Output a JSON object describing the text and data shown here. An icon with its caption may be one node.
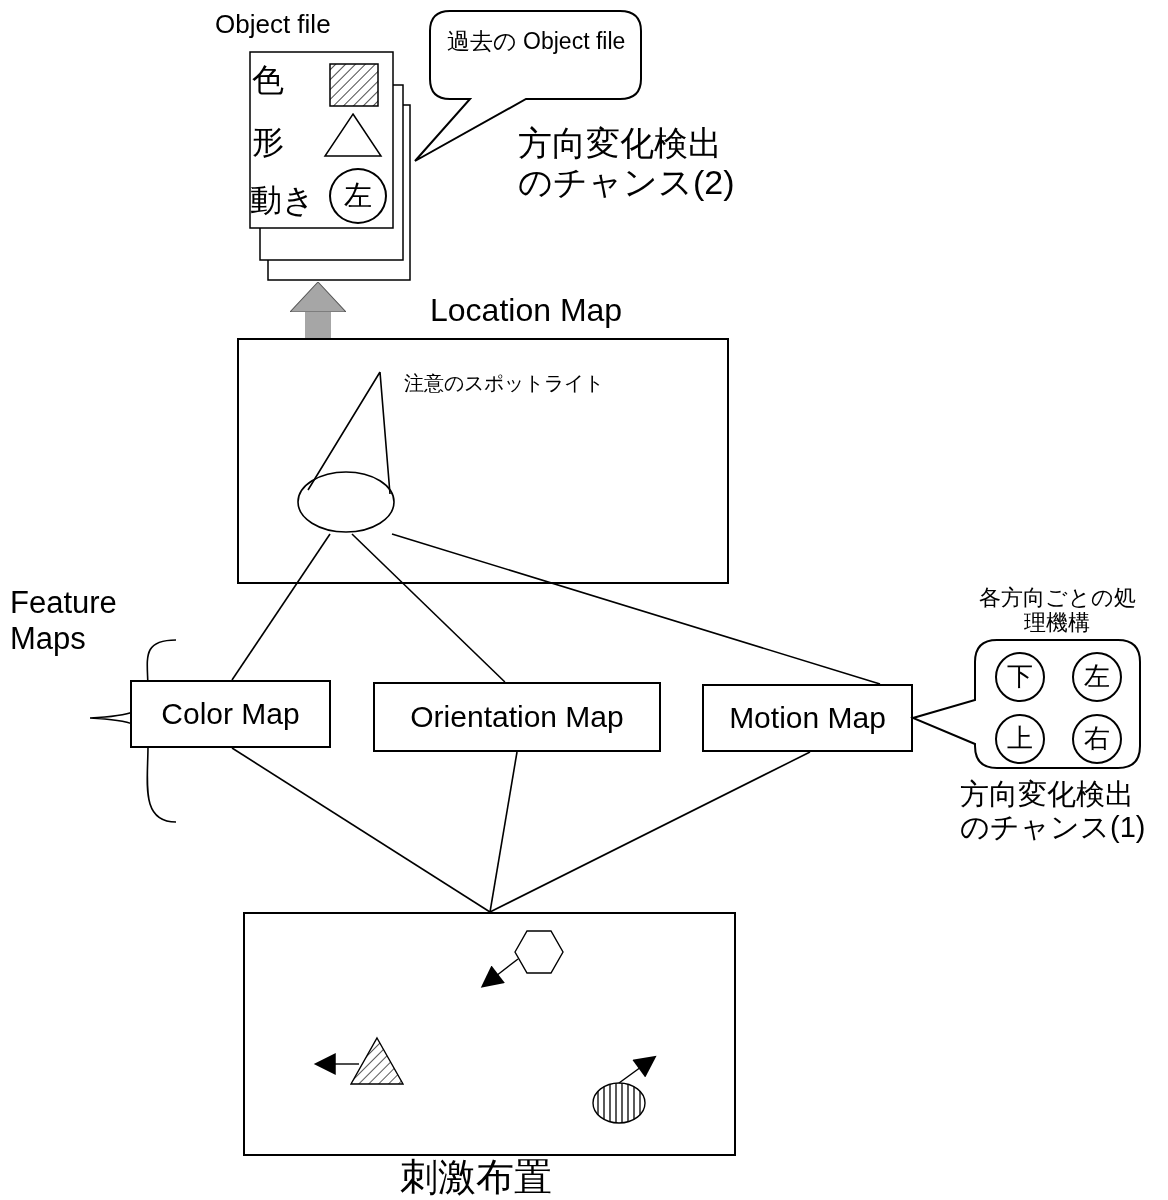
{
  "diagram": {
    "nodes": [
      {
        "text": [
          "Object file",
          "色",
          "形",
          "動き"
        ]
      },
      {
        "text": [
          "左"
        ],
        "in": 0
      },
      {
        "text": [
          "過去の Object file"
        ],
        "beside": [
          "方向変化検出のチャンス(2)"
        ]
      },
      {
        "text": [
          "Location Map"
        ]
      },
      {
        "text": [
          "注意のスポットライト"
        ],
        "in": 3
      },
      {
        "text": [
          "Color Map"
        ]
      },
      {
        "text": [
          "Orientation Map"
        ]
      },
      {
        "text": [
          "Motion Map"
        ]
      },
      {
        "text": [
          "各方向ごとの処理機構"
        ],
        "beside": [
          "方向変化検出のチャンス(1)"
        ]
      },
      {
        "text": [
          "下"
        ],
        "in": 8
      },
      {
        "text": [
          "左"
        ],
        "in": 8
      },
      {
        "text": [
          "上"
        ],
        "in": 8
      },
      {
        "text": [
          "右"
        ],
        "in": 8
      },
      {
        "text": [
          "刺激布置"
        ]
      }
    ],
    "edges": [
      {
        "from": 3,
        "to": 0,
        "arrow": "to",
        "style": "thick",
        "color": "#a6a6a6"
      },
      {
        "from": 4,
        "to": 5,
        "arrow": "none"
      },
      {
        "from": 4,
        "to": 6,
        "arrow": "none"
      },
      {
        "from": 4,
        "to": 7,
        "arrow": "none"
      },
      {
        "from": 5,
        "to": 13,
        "arrow": "none"
      },
      {
        "from": 6,
        "to": 13,
        "arrow": "none"
      },
      {
        "from": 7,
        "to": 13,
        "arrow": "none"
      }
    ],
    "labels": [
      "Feature Maps"
    ]
  }
}
